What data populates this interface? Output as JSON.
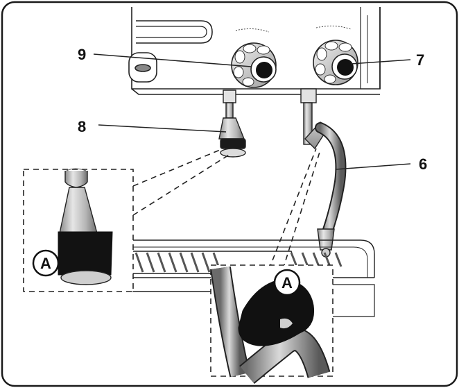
{
  "callouts": {
    "c9": "9",
    "c7": "7",
    "c8": "8",
    "c6": "6"
  },
  "badges": {
    "left": "A",
    "right": "A"
  },
  "colors": {
    "frame_stroke": "#1a1a1a",
    "line": "#222222",
    "metal_light": "#e8e8e8",
    "metal_mid": "#bdbdbd",
    "metal_dark": "#7a7a7a",
    "rubber": "#111111"
  }
}
